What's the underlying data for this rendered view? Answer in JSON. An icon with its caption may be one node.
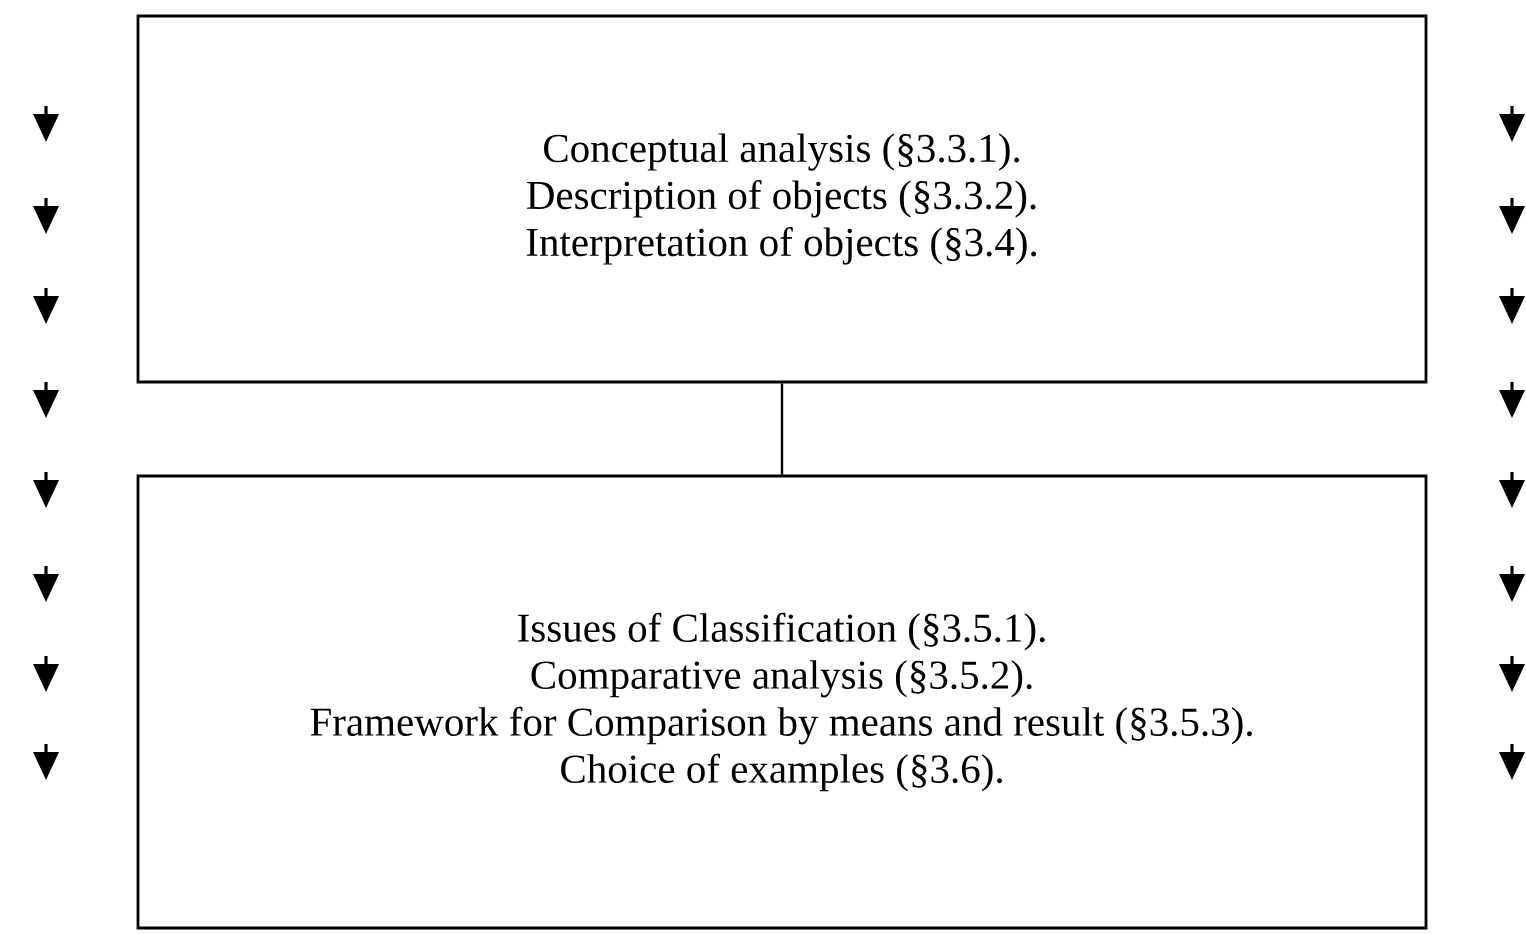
{
  "diagram": {
    "nodes": [
      {
        "text": [
          "Conceptual analysis (§3.3.1).",
          "Description of objects (§3.3.2).",
          "Interpretation of objects (§3.4)."
        ]
      },
      {
        "text": [
          "Issues of Classification (§3.5.1).",
          "Comparative analysis (§3.5.2).",
          "Framework for Comparison by means and result (§3.5.3).",
          "Choice of examples (§3.6)."
        ]
      }
    ],
    "edges": [
      {
        "from": 0,
        "to": 1,
        "arrow": "none"
      }
    ]
  }
}
